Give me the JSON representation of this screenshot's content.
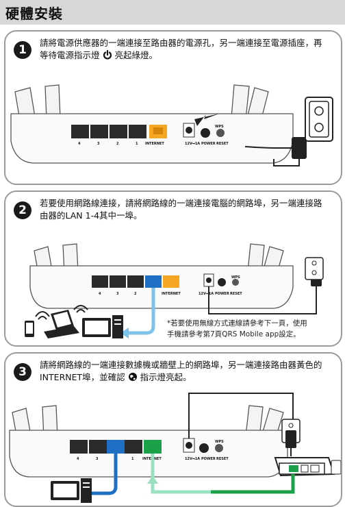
{
  "header": {
    "title": "硬體安裝"
  },
  "steps": [
    {
      "number": "1",
      "text_a": "請將電源供應器的一端連接至路由器的電源孔，另一端連接至電源插座，再等待電源指示燈",
      "text_b": "亮起綠燈。"
    },
    {
      "number": "2",
      "text": "若要使用網路線連接，請將網路線的一端連接電腦的網路埠，另一端連接路由器的LAN 1-4其中一埠。",
      "note_line1": "*若要使用無線方式連線請參考下一頁，使用",
      "note_line2": "手機請參考第7頁QRS Mobile app設定。"
    },
    {
      "number": "3",
      "text_a": "請將網路線的一端連接數據機或牆壁上的網路埠，另一端連接路由器黃色的INTERNET埠，並確認",
      "text_b": "指示燈亮起。"
    }
  ],
  "router_labels": {
    "port4": "4",
    "port3": "3",
    "port2": "2",
    "port1": "1",
    "internet": "INTERNET",
    "power_spec": "12V⎓1A",
    "power": "POWER",
    "reset": "RESET",
    "wps": "WPS"
  },
  "colors": {
    "internet_port": "#f5a623",
    "lan_cable": "#1f6fc4",
    "wan_cable": "#1aa14a",
    "step_badge": "#1a1a1a"
  }
}
